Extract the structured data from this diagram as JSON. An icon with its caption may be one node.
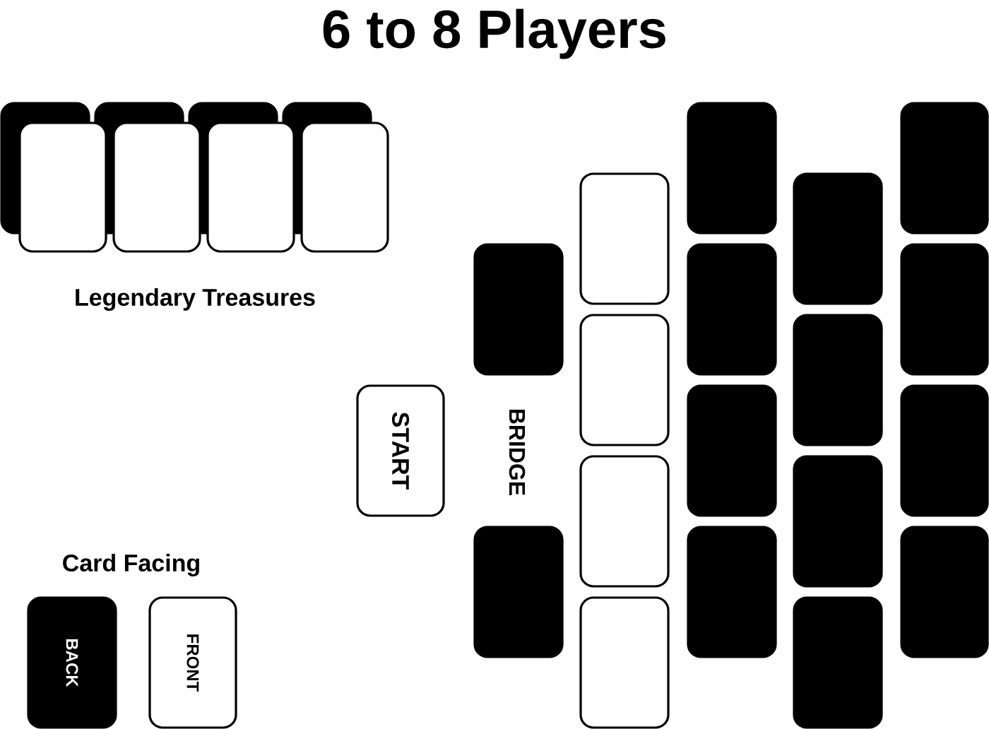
{
  "diagram": {
    "title": "6 to 8 Players",
    "nodes": [
      {
        "text": [],
        "shape": "box"
      },
      {
        "text": [],
        "shape": "box"
      },
      {
        "text": [],
        "shape": "box"
      },
      {
        "text": [],
        "shape": "box"
      },
      {
        "text": [],
        "shape": "box"
      },
      {
        "text": [],
        "shape": "box"
      },
      {
        "text": [],
        "shape": "box"
      },
      {
        "text": [],
        "shape": "box"
      },
      {
        "text": [
          "START"
        ]
      },
      {
        "text": [],
        "shape": "box"
      },
      {
        "text": [],
        "shape": "box"
      },
      {
        "text": [],
        "shape": "box"
      },
      {
        "text": [],
        "shape": "box"
      },
      {
        "text": [],
        "shape": "box"
      },
      {
        "text": [],
        "shape": "box"
      },
      {
        "text": [],
        "shape": "box"
      },
      {
        "text": [],
        "shape": "box"
      },
      {
        "text": [],
        "shape": "box"
      },
      {
        "text": [],
        "shape": "box"
      },
      {
        "text": [],
        "shape": "box"
      },
      {
        "text": [],
        "shape": "box"
      },
      {
        "text": [],
        "shape": "box"
      },
      {
        "text": [],
        "shape": "box"
      },
      {
        "text": [],
        "shape": "box"
      },
      {
        "text": [],
        "shape": "box"
      },
      {
        "text": [],
        "shape": "box"
      },
      {
        "text": [],
        "shape": "box"
      },
      {
        "text": [
          "BACK"
        ]
      },
      {
        "text": [
          "FRONT"
        ]
      }
    ],
    "labels": [
      "Legendary Treasures",
      "BRIDGE",
      "Card Facing"
    ]
  }
}
